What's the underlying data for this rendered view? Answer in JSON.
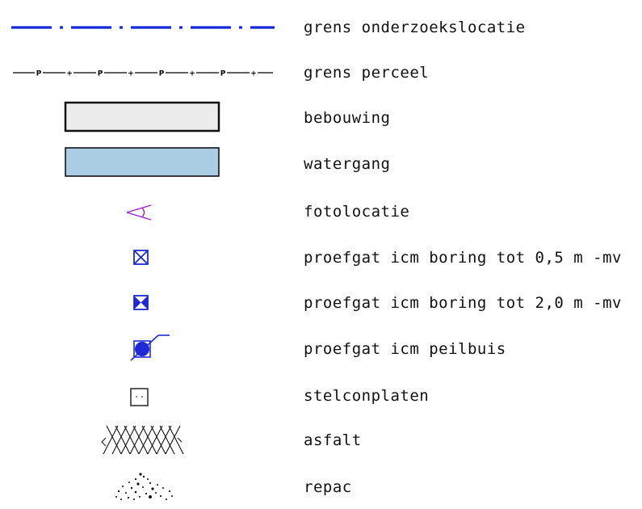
{
  "legend": {
    "items": [
      {
        "label": "grens onderzoekslocatie",
        "icon": "dash-dot-line-icon",
        "color": "#1428d8"
      },
      {
        "label": "grens perceel",
        "icon": "parcel-boundary-line-icon",
        "color": "#000000",
        "marks": [
          "P",
          "+"
        ]
      },
      {
        "label": "bebouwing",
        "icon": "building-rect-icon",
        "color": "#ececec"
      },
      {
        "label": "watergang",
        "icon": "waterway-rect-icon",
        "color": "#abcde3"
      },
      {
        "label": "fotolocatie",
        "icon": "photo-location-icon",
        "color": "#9a1fd1"
      },
      {
        "label": "proefgat icm boring tot 0,5 m -mv",
        "icon": "boxed-cross-icon",
        "color": "#1d2ad6"
      },
      {
        "label": "proefgat icm boring tot 2,0 m -mv",
        "icon": "bowtie-square-icon",
        "color": "#1d2ad6"
      },
      {
        "label": "proefgat icm peilbuis",
        "icon": "monitoring-well-icon",
        "color": "#1d2ad6"
      },
      {
        "label": "stelconplaten",
        "icon": "concrete-slab-icon",
        "color": "#333333"
      },
      {
        "label": "asfalt",
        "icon": "asphalt-hatch-icon",
        "color": "#111111"
      },
      {
        "label": "repac",
        "icon": "repac-dots-icon",
        "color": "#111111"
      }
    ]
  }
}
